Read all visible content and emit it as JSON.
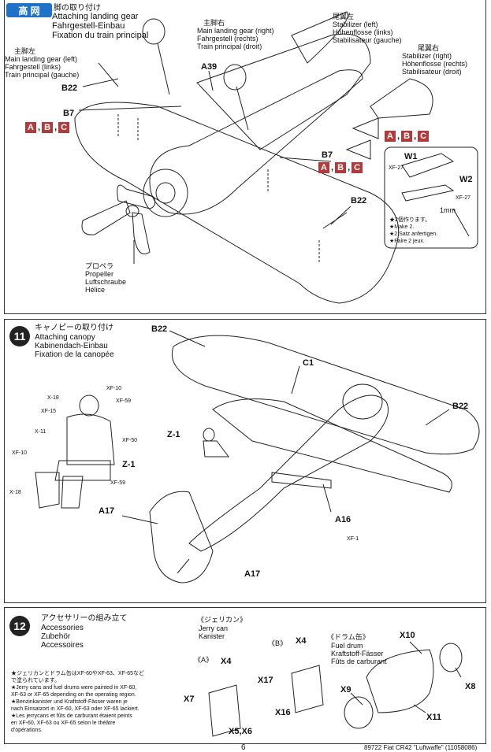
{
  "watermark": {
    "site_glyphs": "高 网"
  },
  "step10": {
    "title_jp": "脚の取り付け",
    "title_en": "Attaching landing gear",
    "title_de": "Fahrgestell-Einbau",
    "title_fr": "Fixation du train principal",
    "left_gear": {
      "jp": "主脚左",
      "en": "Main landing gear (left)",
      "de": "Fahrgestell (links)",
      "fr": "Train principal (gauche)"
    },
    "right_gear": {
      "jp": "主脚右",
      "en": "Main landing gear (right)",
      "de": "Fahrgestell (rechts)",
      "fr": "Train principal (droit)"
    },
    "stab_left": {
      "jp": "尾翼左",
      "en": "Stabilizer (left)",
      "de": "Höhenflosse (links)",
      "fr": "Stabilisateur (gauche)"
    },
    "stab_right": {
      "jp": "尾翼右",
      "en": "Stabilizer (right)",
      "de": "Höhenflosse (rechts)",
      "fr": "Stabilisateur (droit)"
    },
    "propeller": {
      "jp": "プロペラ",
      "en": "Propeller",
      "de": "Luftschraube",
      "fr": "Hélice"
    },
    "parts": {
      "a39": "A39",
      "b22_left": "B22",
      "b7_left": "B7",
      "b7_right": "B7",
      "b22_right": "B22"
    },
    "abc": [
      "A",
      "B",
      "C"
    ],
    "inset": {
      "w1": "W1",
      "w2": "W2",
      "xf27_a": "XF-27",
      "xf27_b": "XF-27",
      "mm": "1mm",
      "notes": [
        "★2個作ります。",
        "★Make 2.",
        "★2 Satz anfertigen.",
        "★Faire 2 jeux."
      ]
    }
  },
  "step11": {
    "number": "11",
    "title_jp": "キャノピーの取り付け",
    "title_en": "Attaching canopy",
    "title_de": "Kabinendach-Einbau",
    "title_fr": "Fixation de la canopée",
    "pilot_colors": [
      "XF-10",
      "X-18",
      "XF-59",
      "XF-15",
      "X-11",
      "XF-50",
      "XF-10",
      "XF-59",
      "X-18"
    ],
    "z1_pilot": "Z-1",
    "parts": {
      "b22_top": "B22",
      "c1": "C1",
      "b22_right": "B22",
      "z1": "Z-1",
      "a17_left": "A17",
      "a16": "A16",
      "xf1": "XF-1",
      "a17_bottom": "A17"
    }
  },
  "step12": {
    "number": "12",
    "title_jp": "アクセサリーの組み立て",
    "title_en": "Accessories",
    "title_de": "Zubehör",
    "title_fr": "Accessoires",
    "notes": [
      "★ジェリカンとドラム缶はXF-60やXF-63、XF-65など",
      "で塗られています。",
      "★Jerry cans and fuel drums were painted in XF-60,",
      "XF-63 or XF-65 depending on the operating region.",
      "★Benzinkanister und Kraftstoff-Fässer waren je",
      "nach Einsatzort in XF-60, XF-63 oder XF-65 lackiert.",
      "★Les jerrycans et fûts de carburant étaient peints",
      "en XF-60, XF-63 ou XF-65 selon le théâtre",
      "d'opérations."
    ],
    "jerry": {
      "jp": "《ジェリカン》",
      "en": "Jerry can",
      "de": "Kanister"
    },
    "drum": {
      "jp": "《ドラム缶》",
      "en": "Fuel drum",
      "de": "Kraftstoff-Fässer",
      "fr": "Fûts de carburant"
    },
    "variant_a": "《A》",
    "variant_b": "《B》",
    "parts": {
      "x4a": "X4",
      "x7": "X7",
      "x56": "X5,X6",
      "x4b": "X4",
      "x17": "X17",
      "x16": "X16",
      "x10": "X10",
      "x8": "X8",
      "x9": "X9",
      "x11": "X11"
    }
  },
  "footer": {
    "page": "6",
    "title": "89722 Fiat CR42 \"Luftwaffe\" (11058086)"
  }
}
